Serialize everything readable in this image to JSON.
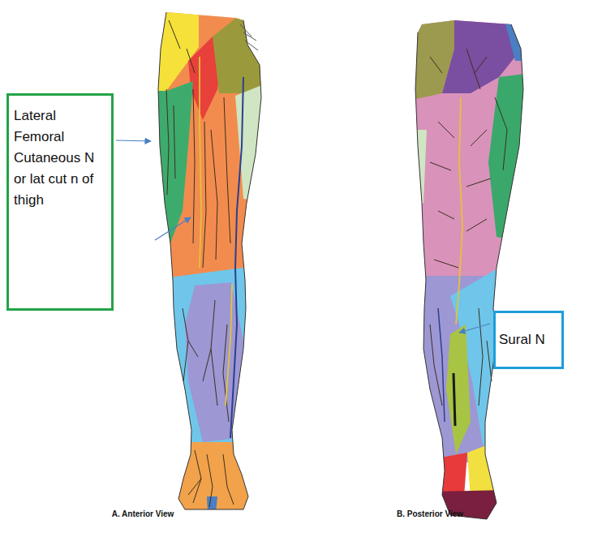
{
  "diagram": {
    "nodes": [
      {
        "text": [
          "Lateral Femoral Cutaneous N or lat cut n of thigh"
        ]
      },
      {
        "text": [
          "Sural N"
        ]
      }
    ],
    "labels": [
      "A. Anterior View",
      "B. Posterior View"
    ]
  }
}
